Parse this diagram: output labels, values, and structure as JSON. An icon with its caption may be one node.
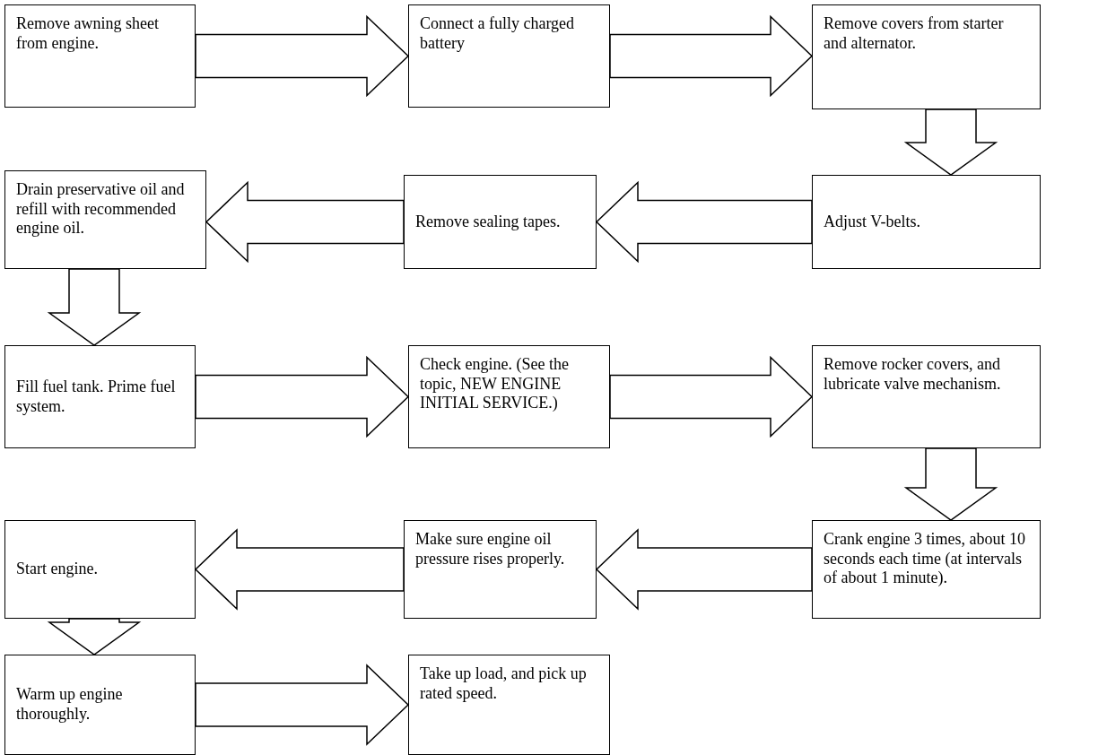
{
  "diagram": {
    "nodes": [
      {
        "text": [
          "Remove awning sheet from engine."
        ]
      },
      {
        "text": [
          "Connect a fully charged battery"
        ]
      },
      {
        "text": [
          "Remove covers from starter and alternator."
        ]
      },
      {
        "text": [
          "Drain preservative oil and refill with recommended engine oil."
        ]
      },
      {
        "text": [
          "Remove sealing tapes."
        ]
      },
      {
        "text": [
          "Adjust V-belts."
        ]
      },
      {
        "text": [
          "Fill fuel tank. Prime fuel system."
        ]
      },
      {
        "text": [
          "Check engine. (See the topic, NEW ENGINE INITIAL SERVICE.)"
        ]
      },
      {
        "text": [
          "Remove rocker covers, and lubricate valve mechanism."
        ]
      },
      {
        "text": [
          "Crank engine 3 times, about 10 seconds each time (at intervals of about 1 minute)."
        ]
      },
      {
        "text": [
          "Make sure engine oil pressure rises properly."
        ]
      },
      {
        "text": [
          "Start engine."
        ]
      },
      {
        "text": [
          "Warm up engine thoroughly."
        ]
      },
      {
        "text": [
          "Take up load, and pick up rated speed."
        ]
      }
    ],
    "edges": [
      {
        "from": 0,
        "to": 1,
        "arrow": "to"
      },
      {
        "from": 1,
        "to": 2,
        "arrow": "to"
      },
      {
        "from": 2,
        "to": 5,
        "arrow": "to"
      },
      {
        "from": 5,
        "to": 4,
        "arrow": "to"
      },
      {
        "from": 4,
        "to": 3,
        "arrow": "to"
      },
      {
        "from": 3,
        "to": 6,
        "arrow": "to"
      },
      {
        "from": 6,
        "to": 7,
        "arrow": "to"
      },
      {
        "from": 7,
        "to": 8,
        "arrow": "to"
      },
      {
        "from": 8,
        "to": 9,
        "arrow": "to"
      },
      {
        "from": 9,
        "to": 10,
        "arrow": "to"
      },
      {
        "from": 10,
        "to": 11,
        "arrow": "to"
      },
      {
        "from": 11,
        "to": 12,
        "arrow": "to"
      },
      {
        "from": 12,
        "to": 13,
        "arrow": "to"
      }
    ]
  }
}
